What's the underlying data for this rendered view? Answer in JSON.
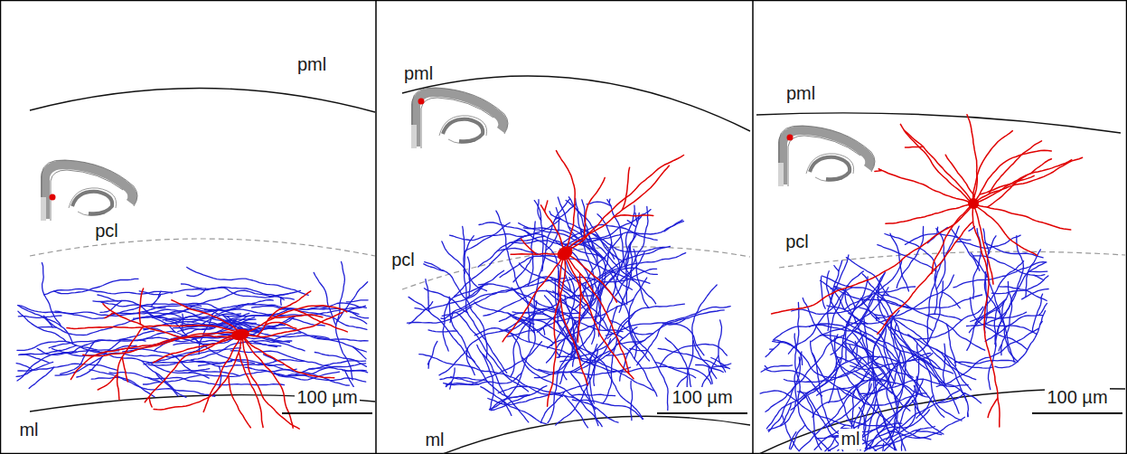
{
  "diagram": {
    "labels": [
      "pml",
      "pcl",
      "ml",
      "100 µm",
      "pml",
      "pcl",
      "ml",
      "100 µm",
      "pml",
      "pcl",
      "ml",
      "100 µm"
    ]
  }
}
